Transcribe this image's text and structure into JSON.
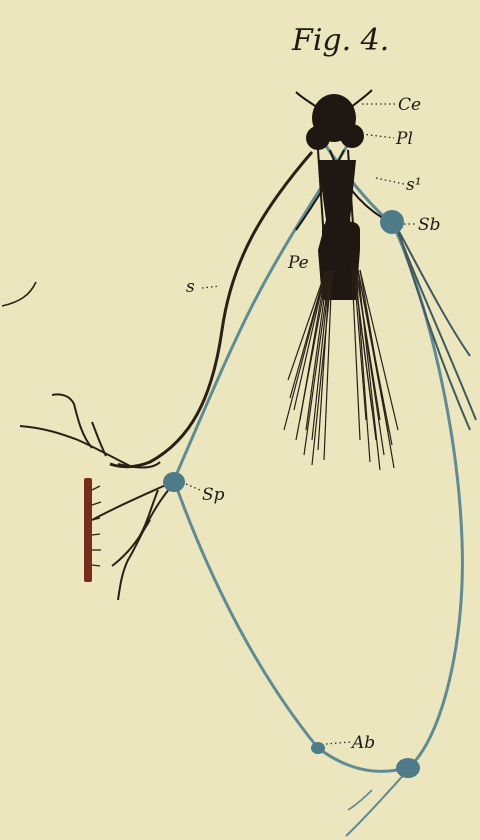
{
  "figure_title": "Fig. 4.",
  "labels": {
    "ce": "Ce",
    "pl": "Pl",
    "s1": "s¹",
    "sb": "Sb",
    "pe": "Pe",
    "s": "s",
    "sp": "Sp",
    "ab": "Ab"
  },
  "colors": {
    "paper": "#ebe6bd",
    "nerve_dark": "#2a2018",
    "nerve_blue": "#5f8b97",
    "ganglion": "#4d7b89"
  }
}
